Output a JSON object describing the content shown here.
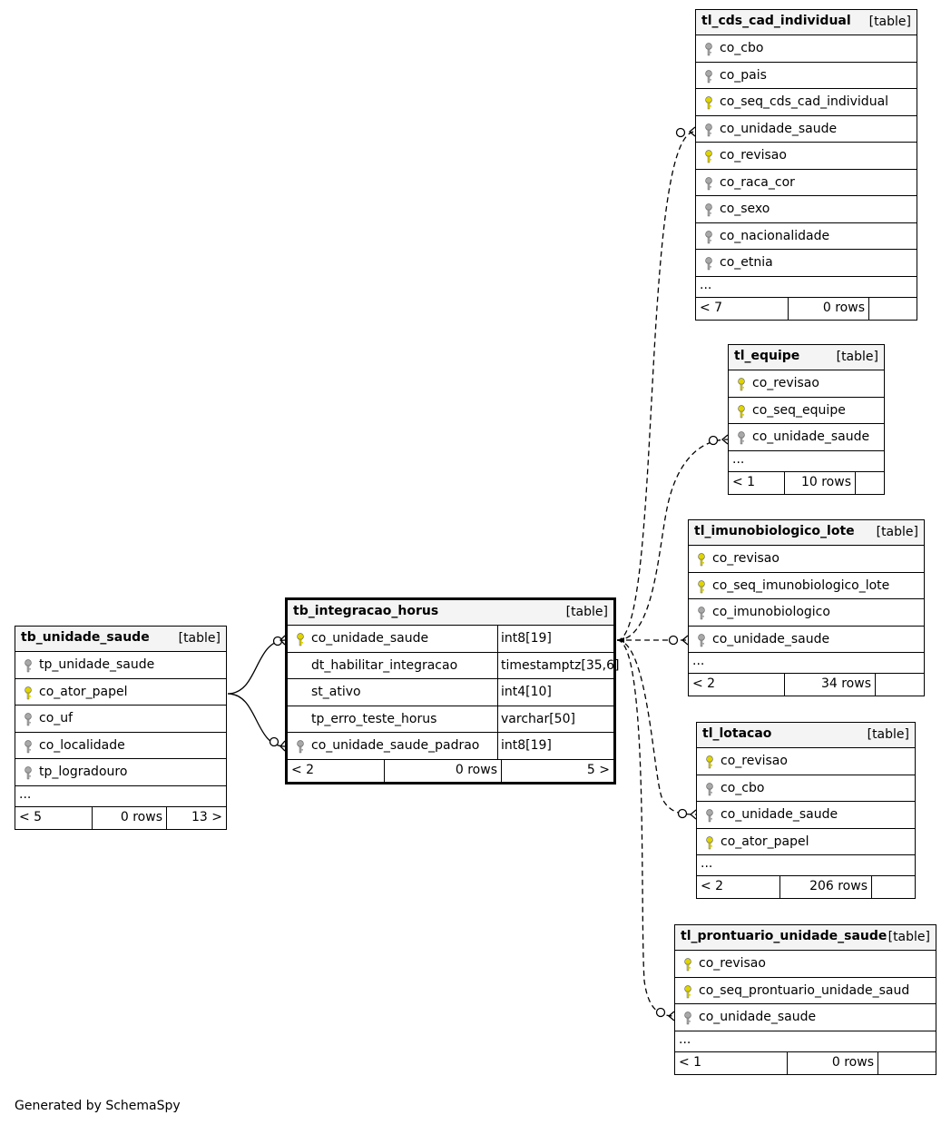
{
  "tables": [
    {
      "id": "tl_cds_cad_individual",
      "name": "tl_cds_cad_individual",
      "tag": "[table]",
      "columns": [
        {
          "name": "co_cbo",
          "key": "fk"
        },
        {
          "name": "co_pais",
          "key": "fk"
        },
        {
          "name": "co_seq_cds_cad_individual",
          "key": "pk"
        },
        {
          "name": "co_unidade_saude",
          "key": "fk"
        },
        {
          "name": "co_revisao",
          "key": "pk"
        },
        {
          "name": "co_raca_cor",
          "key": "fk"
        },
        {
          "name": "co_sexo",
          "key": "fk"
        },
        {
          "name": "co_nacionalidade",
          "key": "fk"
        },
        {
          "name": "co_etnia",
          "key": "fk"
        }
      ],
      "ellipsis": "...",
      "footer": [
        "< 7",
        "0 rows",
        ""
      ]
    },
    {
      "id": "tl_equipe",
      "name": "tl_equipe",
      "tag": "[table]",
      "columns": [
        {
          "name": "co_revisao",
          "key": "pk"
        },
        {
          "name": "co_seq_equipe",
          "key": "pk"
        },
        {
          "name": "co_unidade_saude",
          "key": "fk"
        }
      ],
      "ellipsis": "...",
      "footer": [
        "< 1",
        "10 rows",
        ""
      ]
    },
    {
      "id": "tl_imunobiologico_lote",
      "name": "tl_imunobiologico_lote",
      "tag": "[table]",
      "columns": [
        {
          "name": "co_revisao",
          "key": "pk"
        },
        {
          "name": "co_seq_imunobiologico_lote",
          "key": "pk"
        },
        {
          "name": "co_imunobiologico",
          "key": "fk"
        },
        {
          "name": "co_unidade_saude",
          "key": "fk"
        }
      ],
      "ellipsis": "...",
      "footer": [
        "< 2",
        "34 rows",
        ""
      ]
    },
    {
      "id": "tl_lotacao",
      "name": "tl_lotacao",
      "tag": "[table]",
      "columns": [
        {
          "name": "co_revisao",
          "key": "pk"
        },
        {
          "name": "co_cbo",
          "key": "fk"
        },
        {
          "name": "co_unidade_saude",
          "key": "fk"
        },
        {
          "name": "co_ator_papel",
          "key": "pk"
        }
      ],
      "ellipsis": "...",
      "footer": [
        "< 2",
        "206 rows",
        ""
      ]
    },
    {
      "id": "tl_prontuario_unidade_saude",
      "name": "tl_prontuario_unidade_saude",
      "tag": "[table]",
      "columns": [
        {
          "name": "co_revisao",
          "key": "pk"
        },
        {
          "name": "co_seq_prontuario_unidade_saud",
          "key": "pk"
        },
        {
          "name": "co_unidade_saude",
          "key": "fk"
        }
      ],
      "ellipsis": "...",
      "footer": [
        "< 1",
        "0 rows",
        ""
      ]
    },
    {
      "id": "tb_unidade_saude",
      "name": "tb_unidade_saude",
      "tag": "[table]",
      "columns": [
        {
          "name": "tp_unidade_saude",
          "key": "fk"
        },
        {
          "name": "co_ator_papel",
          "key": "pk"
        },
        {
          "name": "co_uf",
          "key": "fk"
        },
        {
          "name": "co_localidade",
          "key": "fk"
        },
        {
          "name": "tp_logradouro",
          "key": "fk"
        }
      ],
      "ellipsis": "...",
      "footer": [
        "< 5",
        "0 rows",
        "13 >"
      ]
    },
    {
      "id": "tb_integracao_horus",
      "name": "tb_integracao_horus",
      "tag": "[table]",
      "focus": true,
      "columns": [
        {
          "name": "co_unidade_saude",
          "key": "pk",
          "type": "int8[19]"
        },
        {
          "name": "dt_habilitar_integracao",
          "key": "none",
          "type": "timestamptz[35,6]"
        },
        {
          "name": "st_ativo",
          "key": "none",
          "type": "int4[10]"
        },
        {
          "name": "tp_erro_teste_horus",
          "key": "none",
          "type": "varchar[50]"
        },
        {
          "name": "co_unidade_saude_padrao",
          "key": "fk",
          "type": "int8[19]"
        }
      ],
      "footer": [
        "< 2",
        "0 rows",
        "5 >"
      ]
    }
  ],
  "colors": {
    "primary_key": "#e0d400",
    "foreign_key": "#a8a8a8",
    "header_bg": "#f4f4f4"
  },
  "credit": "Generated by SchemaSpy"
}
